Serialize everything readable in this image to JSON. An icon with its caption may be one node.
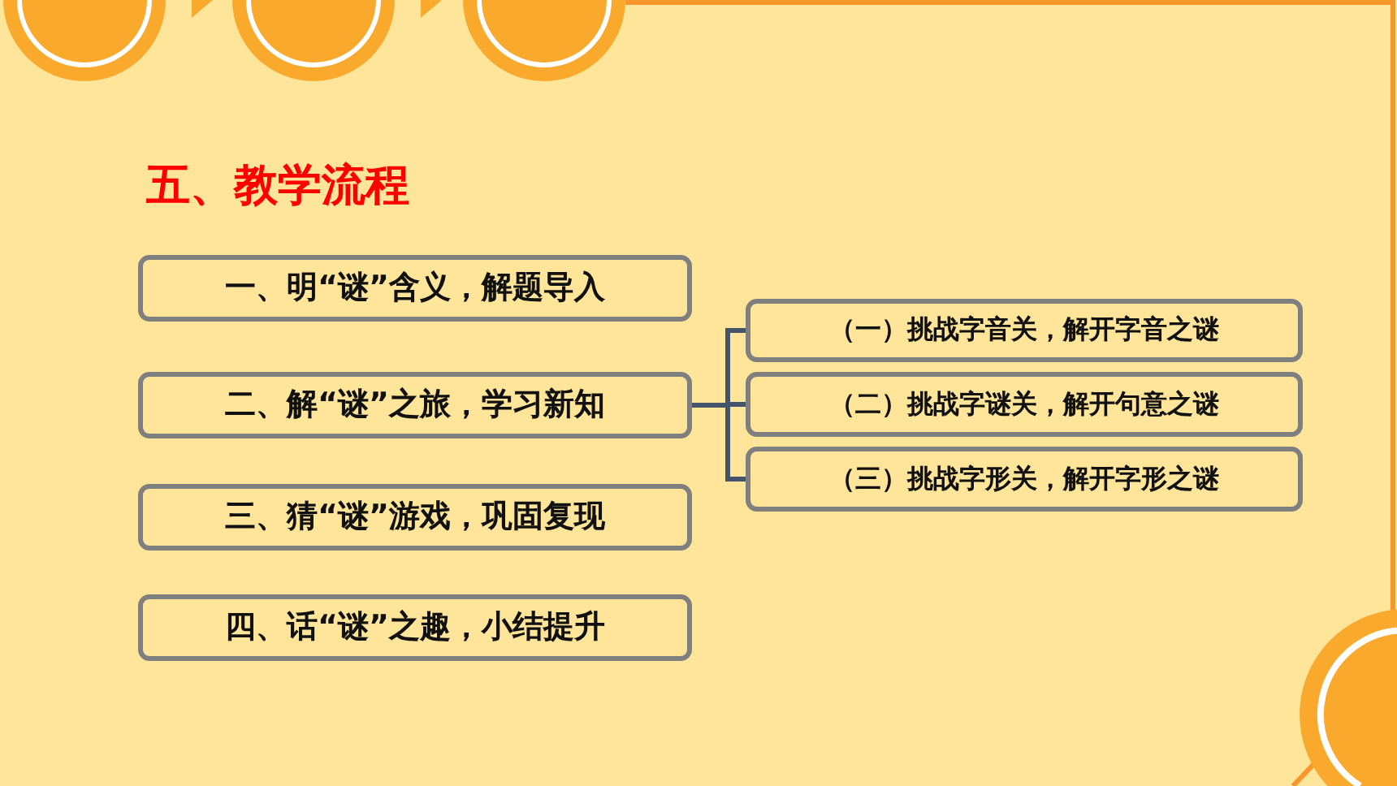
{
  "diagram": {
    "title": "五、教学流程",
    "nodes": [
      {
        "text": [
          "一、明“谜”含义，解题导入"
        ]
      },
      {
        "text": [
          "二、解“谜”之旅，学习新知"
        ]
      },
      {
        "text": [
          "三、猜“谜”游戏，巩固复现"
        ]
      },
      {
        "text": [
          "四、话“谜”之趣，小结提升"
        ]
      },
      {
        "text": [
          "（一）挑战字音关，解开字音之谜"
        ]
      },
      {
        "text": [
          "（二）挑战字谜关，解开句意之谜"
        ]
      },
      {
        "text": [
          "（三）挑战字形关，解开字形之谜"
        ]
      }
    ],
    "edges": [
      {
        "from": 1,
        "to": 4,
        "arrow": "none"
      },
      {
        "from": 1,
        "to": 5,
        "arrow": "none"
      },
      {
        "from": 1,
        "to": 6,
        "arrow": "none"
      }
    ]
  }
}
